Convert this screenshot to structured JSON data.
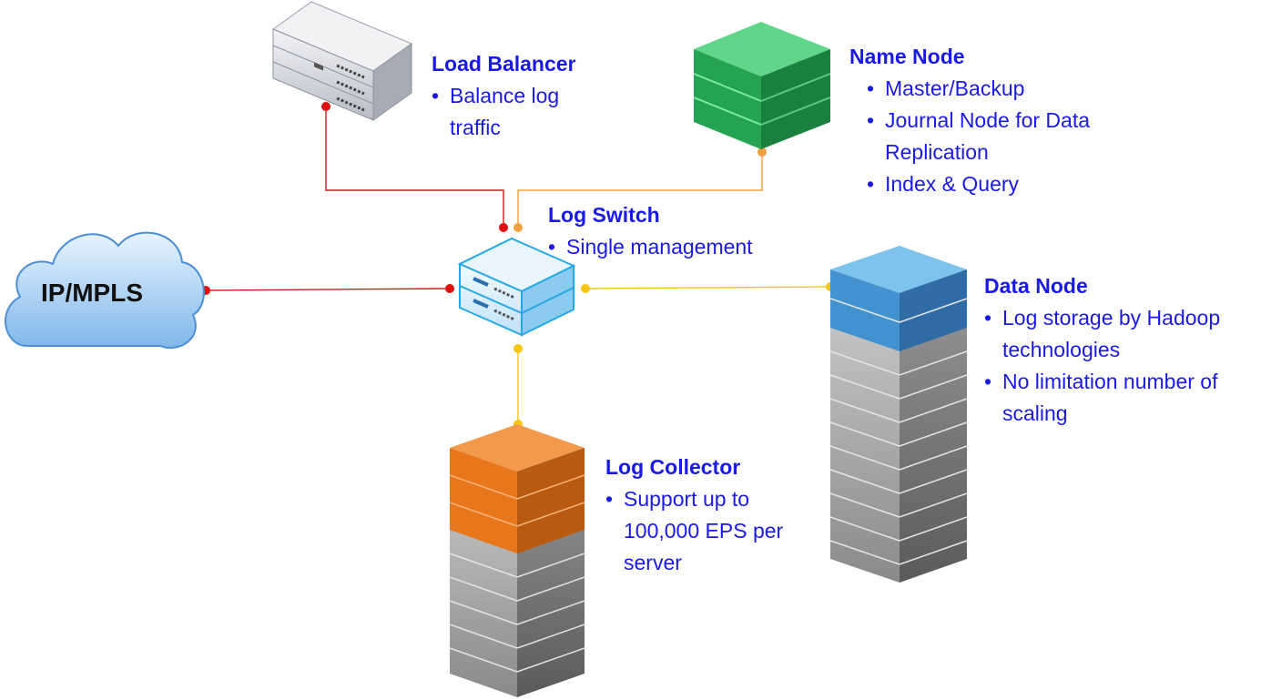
{
  "cloud": {
    "label": "IP/MPLS"
  },
  "nodes": [
    {
      "id": "load-balancer",
      "title": "Load Balancer",
      "bullets": [
        "Balance log traffic"
      ]
    },
    {
      "id": "name-node",
      "title": "Name Node",
      "bullets": [
        "Master/Backup",
        "Journal Node for Data Replication",
        "Index & Query"
      ]
    },
    {
      "id": "log-switch",
      "title": "Log Switch",
      "bullets": [
        "Single management"
      ]
    },
    {
      "id": "data-node",
      "title": "Data Node",
      "bullets": [
        "Log storage by Hadoop technologies",
        "No limitation number of scaling"
      ]
    },
    {
      "id": "log-collector",
      "title": "Log Collector",
      "bullets": [
        "Support up to 100,000 EPS per server"
      ]
    }
  ],
  "colors": {
    "text": "#1a1ae6",
    "link_red": "#d01c1c",
    "link_orange": "#f0a040",
    "link_yellow": "#f5c518",
    "name_node": "#2dae5a",
    "data_node": "#2f8fd0",
    "log_collector": "#e8761a",
    "stack_gray": "#8a8a8a"
  }
}
